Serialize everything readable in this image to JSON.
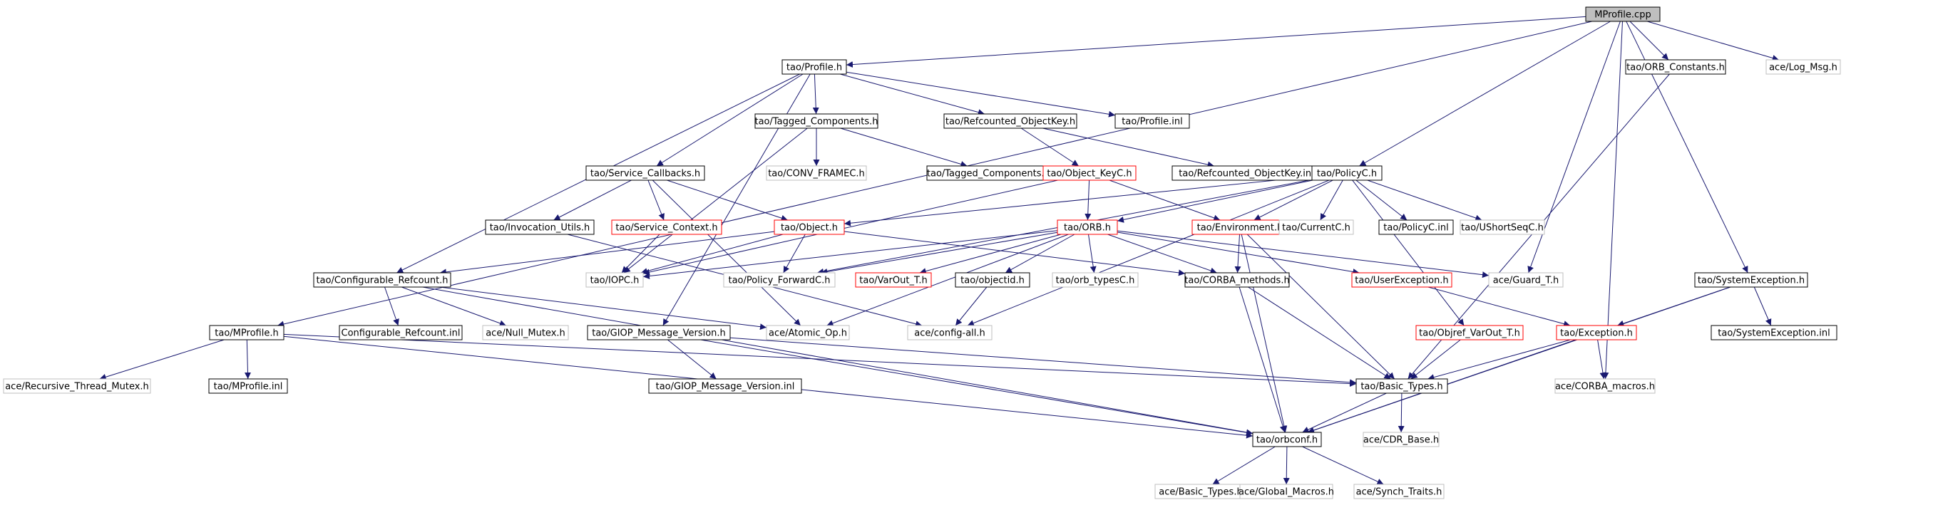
{
  "colors": {
    "edge": "#191970",
    "box_default": "#000000",
    "box_incomplete": "#ff0000",
    "box_external": "#bfbfbf",
    "root_fill": "#bfbfbf",
    "text": "#000000"
  },
  "nodes": [
    {
      "id": "mprofile_cpp",
      "label": "MProfile.cpp",
      "style": "root"
    },
    {
      "id": "profile_h",
      "label": "tao/Profile.h",
      "style": "normal"
    },
    {
      "id": "orb_constants_h",
      "label": "tao/ORB_Constants.h",
      "style": "normal"
    },
    {
      "id": "log_msg_h",
      "label": "ace/Log_Msg.h",
      "style": "external"
    },
    {
      "id": "tagged_components_h",
      "label": "tao/Tagged_Components.h",
      "style": "normal"
    },
    {
      "id": "refcounted_objectkey_h",
      "label": "tao/Refcounted_ObjectKey.h",
      "style": "normal"
    },
    {
      "id": "profile_inl",
      "label": "tao/Profile.inl",
      "style": "normal"
    },
    {
      "id": "conv_framec_h",
      "label": "tao/CONV_FRAMEC.h",
      "style": "external"
    },
    {
      "id": "tagged_components_inl",
      "label": "tao/Tagged_Components.inl",
      "style": "normal"
    },
    {
      "id": "object_keyc_h",
      "label": "tao/Object_KeyC.h",
      "style": "red"
    },
    {
      "id": "refcounted_objectkey_inl",
      "label": "tao/Refcounted_ObjectKey.inl",
      "style": "normal"
    },
    {
      "id": "service_callbacks_h",
      "label": "tao/Service_Callbacks.h",
      "style": "normal"
    },
    {
      "id": "policyc_h",
      "label": "tao/PolicyC.h",
      "style": "normal"
    },
    {
      "id": "invocation_utils_h",
      "label": "tao/Invocation_Utils.h",
      "style": "normal"
    },
    {
      "id": "service_context_h",
      "label": "tao/Service_Context.h",
      "style": "red"
    },
    {
      "id": "object_h",
      "label": "tao/Object.h",
      "style": "red"
    },
    {
      "id": "orb_h",
      "label": "tao/ORB.h",
      "style": "red"
    },
    {
      "id": "environment_h",
      "label": "tao/Environment.h",
      "style": "red"
    },
    {
      "id": "currentc_h",
      "label": "tao/CurrentC.h",
      "style": "external"
    },
    {
      "id": "policyc_inl",
      "label": "tao/PolicyC.inl",
      "style": "normal"
    },
    {
      "id": "ushortseqc_h",
      "label": "tao/UShortSeqC.h",
      "style": "external"
    },
    {
      "id": "configurable_refcount_h",
      "label": "tao/Configurable_Refcount.h",
      "style": "normal"
    },
    {
      "id": "iopc_h",
      "label": "tao/IOPC.h",
      "style": "external"
    },
    {
      "id": "policy_forwardc_h",
      "label": "tao/Policy_ForwardC.h",
      "style": "external"
    },
    {
      "id": "varout_t_h",
      "label": "tao/VarOut_T.h",
      "style": "red"
    },
    {
      "id": "objectid_h",
      "label": "tao/objectid.h",
      "style": "normal"
    },
    {
      "id": "orb_typesc_h",
      "label": "tao/orb_typesC.h",
      "style": "external"
    },
    {
      "id": "corba_methods_h",
      "label": "tao/CORBA_methods.h",
      "style": "normal"
    },
    {
      "id": "userexception_h",
      "label": "tao/UserException.h",
      "style": "red"
    },
    {
      "id": "guard_t_h",
      "label": "ace/Guard_T.h",
      "style": "external"
    },
    {
      "id": "systemexception_h",
      "label": "tao/SystemException.h",
      "style": "normal"
    },
    {
      "id": "mprofile_h",
      "label": "tao/MProfile.h",
      "style": "normal"
    },
    {
      "id": "configurable_refcount_inl",
      "label": "Configurable_Refcount.inl",
      "style": "normal"
    },
    {
      "id": "null_mutex_h",
      "label": "ace/Null_Mutex.h",
      "style": "external"
    },
    {
      "id": "giop_message_version_h",
      "label": "tao/GIOP_Message_Version.h",
      "style": "normal"
    },
    {
      "id": "atomic_op_h",
      "label": "ace/Atomic_Op.h",
      "style": "external"
    },
    {
      "id": "config_all_h",
      "label": "ace/config-all.h",
      "style": "external"
    },
    {
      "id": "objref_varout_t_h",
      "label": "tao/Objref_VarOut_T.h",
      "style": "red"
    },
    {
      "id": "exception_h",
      "label": "tao/Exception.h",
      "style": "red"
    },
    {
      "id": "systemexception_inl",
      "label": "tao/SystemException.inl",
      "style": "normal"
    },
    {
      "id": "recursive_thread_mutex_h",
      "label": "ace/Recursive_Thread_Mutex.h",
      "style": "external"
    },
    {
      "id": "mprofile_inl",
      "label": "tao/MProfile.inl",
      "style": "normal"
    },
    {
      "id": "giop_message_version_inl",
      "label": "tao/GIOP_Message_Version.inl",
      "style": "normal"
    },
    {
      "id": "basic_types_tao_h",
      "label": "tao/Basic_Types.h",
      "style": "normal"
    },
    {
      "id": "corba_macros_h",
      "label": "ace/CORBA_macros.h",
      "style": "external"
    },
    {
      "id": "orbconf_h",
      "label": "tao/orbconf.h",
      "style": "normal"
    },
    {
      "id": "cdr_base_h",
      "label": "ace/CDR_Base.h",
      "style": "external"
    },
    {
      "id": "basic_types_ace_h",
      "label": "ace/Basic_Types.h",
      "style": "external"
    },
    {
      "id": "global_macros_h",
      "label": "ace/Global_Macros.h",
      "style": "external"
    },
    {
      "id": "synch_traits_h",
      "label": "ace/Synch_Traits.h",
      "style": "external"
    }
  ],
  "edges": [
    [
      "mprofile_cpp",
      "profile_h"
    ],
    [
      "mprofile_cpp",
      "orb_constants_h"
    ],
    [
      "mprofile_cpp",
      "log_msg_h"
    ],
    [
      "mprofile_cpp",
      "mprofile_h"
    ],
    [
      "mprofile_cpp",
      "policyc_h"
    ],
    [
      "mprofile_cpp",
      "systemexception_h"
    ],
    [
      "mprofile_cpp",
      "guard_t_h"
    ],
    [
      "mprofile_cpp",
      "corba_macros_h"
    ],
    [
      "profile_h",
      "tagged_components_h"
    ],
    [
      "profile_h",
      "refcounted_objectkey_h"
    ],
    [
      "profile_h",
      "profile_inl"
    ],
    [
      "profile_h",
      "service_callbacks_h"
    ],
    [
      "profile_h",
      "configurable_refcount_h"
    ],
    [
      "profile_h",
      "giop_message_version_h"
    ],
    [
      "tagged_components_h",
      "conv_framec_h"
    ],
    [
      "tagged_components_h",
      "tagged_components_inl"
    ],
    [
      "tagged_components_h",
      "iopc_h"
    ],
    [
      "refcounted_objectkey_h",
      "object_keyc_h"
    ],
    [
      "refcounted_objectkey_h",
      "refcounted_objectkey_inl"
    ],
    [
      "object_keyc_h",
      "orb_h"
    ],
    [
      "object_keyc_h",
      "environment_h"
    ],
    [
      "object_keyc_h",
      "iopc_h"
    ],
    [
      "service_callbacks_h",
      "invocation_utils_h"
    ],
    [
      "service_callbacks_h",
      "service_context_h"
    ],
    [
      "service_callbacks_h",
      "object_h"
    ],
    [
      "service_callbacks_h",
      "atomic_op_h"
    ],
    [
      "invocation_utils_h",
      "config_all_h"
    ],
    [
      "service_context_h",
      "iopc_h"
    ],
    [
      "object_h",
      "configurable_refcount_h"
    ],
    [
      "object_h",
      "iopc_h"
    ],
    [
      "object_h",
      "policy_forwardc_h"
    ],
    [
      "object_h",
      "corba_methods_h"
    ],
    [
      "policyc_h",
      "object_h"
    ],
    [
      "policyc_h",
      "orb_h"
    ],
    [
      "policyc_h",
      "environment_h"
    ],
    [
      "policyc_h",
      "currentc_h"
    ],
    [
      "policyc_h",
      "policyc_inl"
    ],
    [
      "policyc_h",
      "ushortseqc_h"
    ],
    [
      "policyc_h",
      "policy_forwardc_h"
    ],
    [
      "policyc_h",
      "objref_varout_t_h"
    ],
    [
      "policyc_h",
      "config_all_h"
    ],
    [
      "orb_h",
      "iopc_h"
    ],
    [
      "orb_h",
      "policy_forwardc_h"
    ],
    [
      "orb_h",
      "varout_t_h"
    ],
    [
      "orb_h",
      "objectid_h"
    ],
    [
      "orb_h",
      "orb_typesc_h"
    ],
    [
      "orb_h",
      "corba_methods_h"
    ],
    [
      "orb_h",
      "userexception_h"
    ],
    [
      "orb_h",
      "guard_t_h"
    ],
    [
      "orb_h",
      "atomic_op_h"
    ],
    [
      "environment_h",
      "corba_methods_h"
    ],
    [
      "environment_h",
      "basic_types_tao_h"
    ],
    [
      "environment_h",
      "orbconf_h"
    ],
    [
      "objectid_h",
      "config_all_h"
    ],
    [
      "corba_methods_h",
      "basic_types_tao_h"
    ],
    [
      "corba_methods_h",
      "orbconf_h"
    ],
    [
      "userexception_h",
      "exception_h"
    ],
    [
      "configurable_refcount_h",
      "configurable_refcount_inl"
    ],
    [
      "configurable_refcount_h",
      "null_mutex_h"
    ],
    [
      "configurable_refcount_h",
      "atomic_op_h"
    ],
    [
      "configurable_refcount_h",
      "orbconf_h"
    ],
    [
      "giop_message_version_h",
      "giop_message_version_inl"
    ],
    [
      "giop_message_version_h",
      "orbconf_h"
    ],
    [
      "giop_message_version_h",
      "basic_types_tao_h"
    ],
    [
      "systemexception_h",
      "exception_h"
    ],
    [
      "systemexception_h",
      "systemexception_inl"
    ],
    [
      "systemexception_h",
      "orbconf_h"
    ],
    [
      "orb_constants_h",
      "basic_types_tao_h"
    ],
    [
      "objref_varout_t_h",
      "basic_types_tao_h"
    ],
    [
      "exception_h",
      "basic_types_tao_h"
    ],
    [
      "exception_h",
      "corba_macros_h"
    ],
    [
      "exception_h",
      "orbconf_h"
    ],
    [
      "mprofile_h",
      "recursive_thread_mutex_h"
    ],
    [
      "mprofile_h",
      "mprofile_inl"
    ],
    [
      "mprofile_h",
      "basic_types_tao_h"
    ],
    [
      "mprofile_h",
      "orbconf_h"
    ],
    [
      "basic_types_tao_h",
      "orbconf_h"
    ],
    [
      "basic_types_tao_h",
      "cdr_base_h"
    ],
    [
      "orbconf_h",
      "basic_types_ace_h"
    ],
    [
      "orbconf_h",
      "global_macros_h"
    ],
    [
      "orbconf_h",
      "synch_traits_h"
    ]
  ]
}
